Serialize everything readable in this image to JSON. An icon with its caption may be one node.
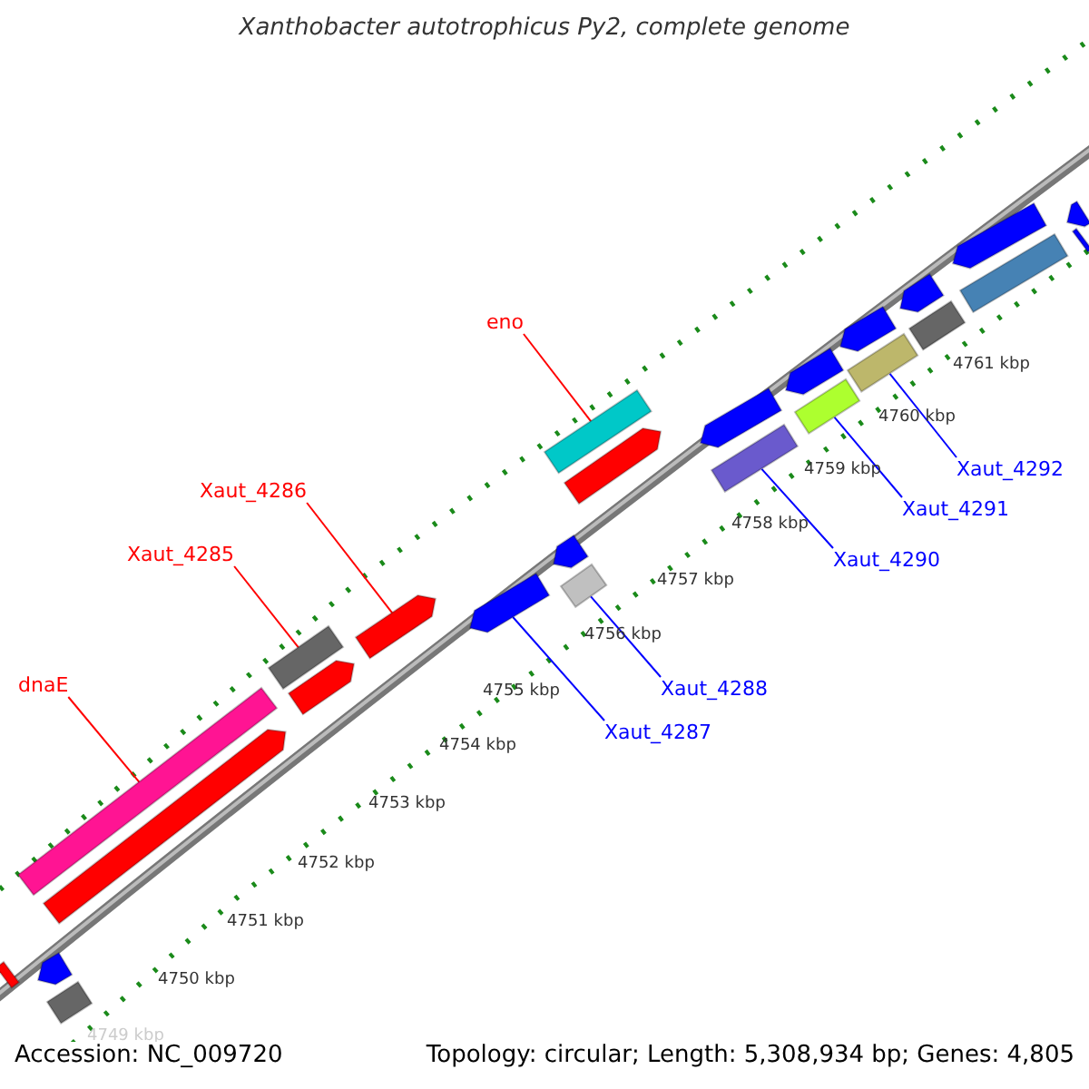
{
  "diagram": {
    "title": "Xanthobacter autotrophicus Py2, complete genome",
    "nodes": [
      {
        "text": [
          "eno"
        ]
      },
      {
        "text": [],
        "shape": "bar"
      },
      {
        "text": [
          "Xaut_4286"
        ]
      },
      {
        "text": [],
        "shape": "bar"
      },
      {
        "text": [
          "Xaut_4285"
        ]
      },
      {
        "text": [],
        "shape": "bar"
      },
      {
        "text": [
          "dnaE"
        ]
      },
      {
        "text": [],
        "shape": "bar"
      },
      {
        "text": [
          "Xaut_4287"
        ]
      },
      {
        "text": [],
        "shape": "bar"
      },
      {
        "text": [
          "Xaut_4288"
        ]
      },
      {
        "text": [],
        "shape": "bar"
      },
      {
        "text": [
          "Xaut_4290"
        ]
      },
      {
        "text": [],
        "shape": "bar"
      },
      {
        "text": [
          "Xaut_4291"
        ]
      },
      {
        "text": [],
        "shape": "bar"
      },
      {
        "text": [
          "Xaut_4292"
        ]
      },
      {
        "text": [],
        "shape": "bar"
      },
      {
        "text": [],
        "shape": "bar"
      },
      {
        "text": [],
        "shape": "bar"
      },
      {
        "text": [],
        "shape": "bar"
      },
      {
        "text": [],
        "shape": "bar"
      },
      {
        "text": [],
        "shape": "bar"
      },
      {
        "text": [],
        "shape": "bar"
      },
      {
        "text": [],
        "shape": "bar"
      },
      {
        "text": [],
        "shape": "bar"
      },
      {
        "text": [],
        "shape": "bar"
      },
      {
        "text": [],
        "shape": "bar"
      },
      {
        "text": [],
        "shape": "bar"
      },
      {
        "text": [],
        "shape": "bar"
      },
      {
        "text": [],
        "shape": "bar"
      },
      {
        "text": [],
        "shape": "bar"
      },
      {
        "text": [],
        "shape": "bar"
      },
      {
        "text": [],
        "shape": "bar"
      }
    ],
    "edges": [
      {
        "from": 0,
        "to": 1,
        "arrow": "none",
        "color": "#ff0000"
      },
      {
        "from": 2,
        "to": 3,
        "arrow": "none",
        "color": "#ff0000"
      },
      {
        "from": 4,
        "to": 5,
        "arrow": "none",
        "color": "#ff0000"
      },
      {
        "from": 6,
        "to": 7,
        "arrow": "none",
        "color": "#ff0000"
      },
      {
        "from": 8,
        "to": 9,
        "arrow": "none"
      },
      {
        "from": 10,
        "to": 11,
        "arrow": "none"
      },
      {
        "from": 12,
        "to": 13,
        "arrow": "none"
      },
      {
        "from": 14,
        "to": 15,
        "arrow": "none"
      },
      {
        "from": 16,
        "to": 17,
        "arrow": "none"
      }
    ],
    "labels": [
      "4761 kbp",
      "4760 kbp",
      "4759 kbp",
      "4758 kbp",
      "4757 kbp",
      "4756 kbp",
      "4755 kbp",
      "4754 kbp",
      "4753 kbp",
      "4752 kbp",
      "4751 kbp",
      "4750 kbp",
      "4749 kbp",
      "Accession: NC_009720",
      "Topology: circular; Length: 5,308,934 bp; Genes: 4,805"
    ]
  }
}
